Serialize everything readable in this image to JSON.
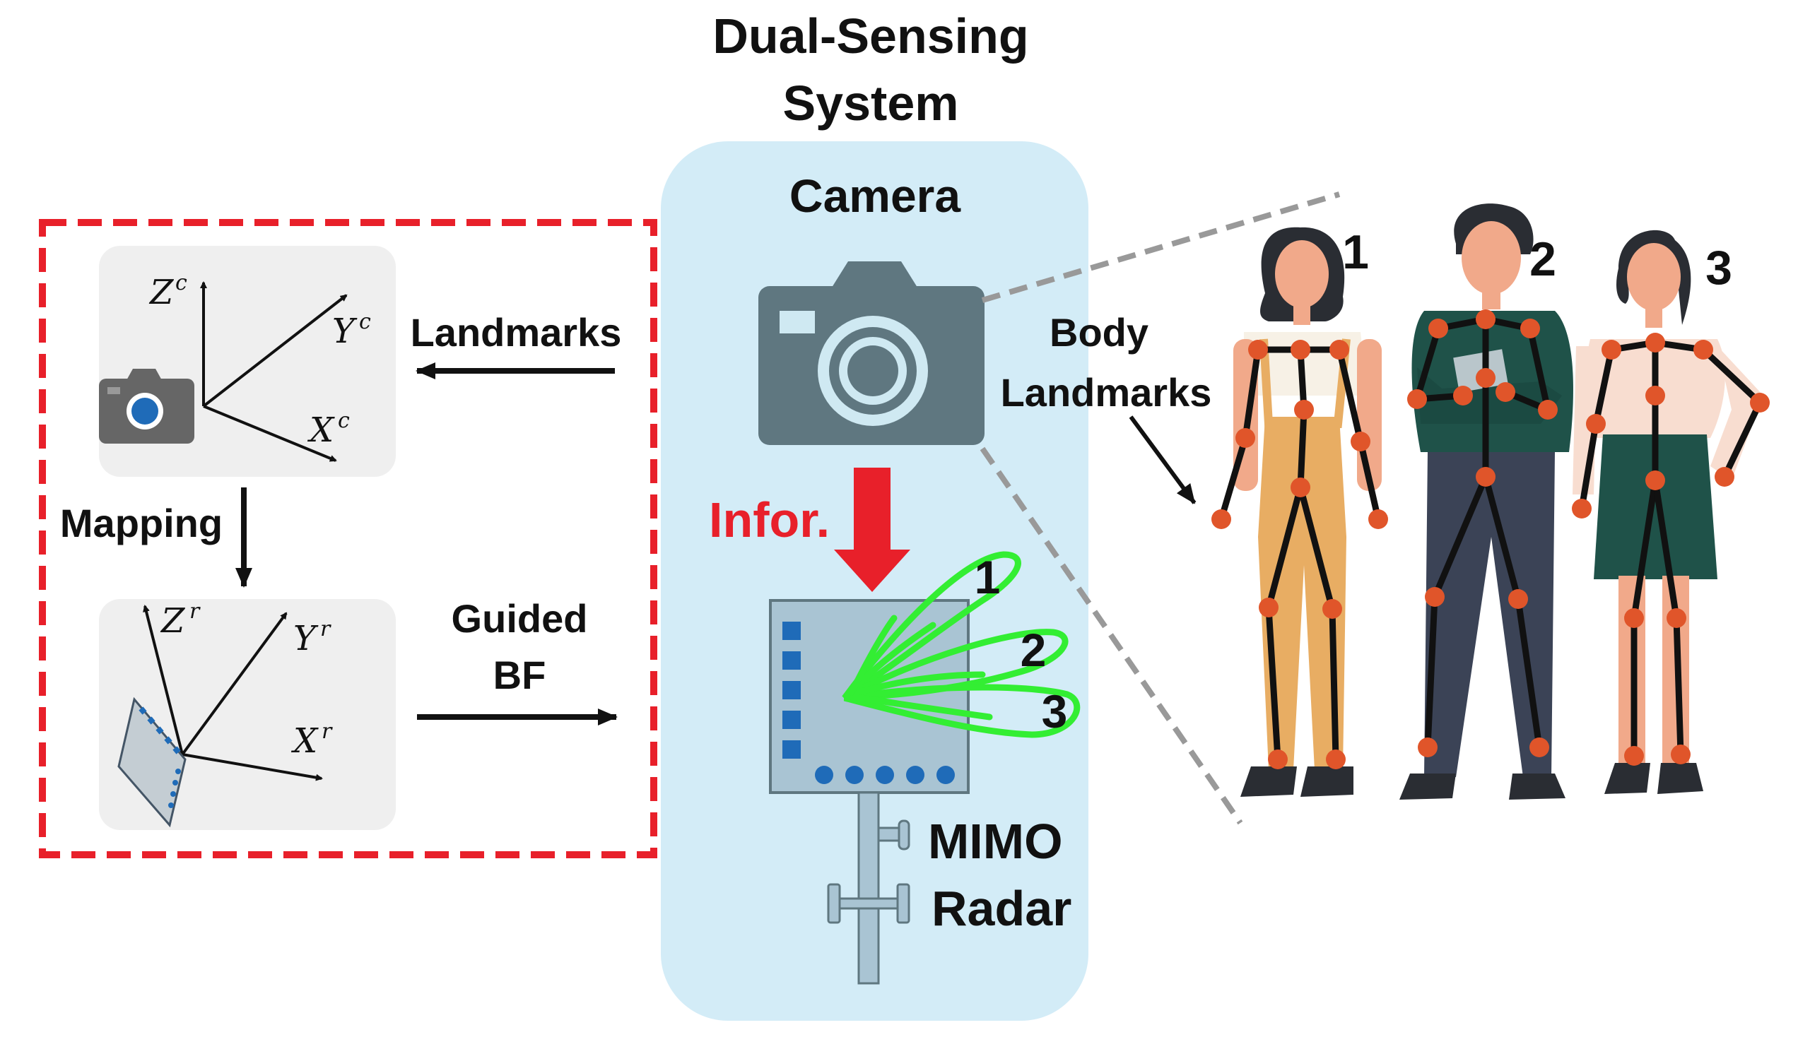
{
  "title": {
    "line1": "Dual-Sensing",
    "line2": "System"
  },
  "center_panel": {
    "camera_label": "Camera",
    "infor_label": "Infor.",
    "radar_label_line1": "MIMO",
    "radar_label_line2": "Radar",
    "beam_numbers": [
      "1",
      "2",
      "3"
    ]
  },
  "left_panel": {
    "landmarks_label": "Landmarks",
    "mapping_label": "Mapping",
    "guided_bf_line1": "Guided",
    "guided_bf_line2": "BF",
    "camera_axes": {
      "z": "Z",
      "y": "Y",
      "x": "X",
      "sup": "c"
    },
    "radar_axes": {
      "z": "Z",
      "y": "Y",
      "x": "X",
      "sup": "r"
    }
  },
  "right_panel": {
    "body_landmarks_line1": "Body",
    "body_landmarks_line2": "Landmarks",
    "person_numbers": [
      "1",
      "2",
      "3"
    ]
  },
  "colors": {
    "dashed_box": "#e8202a",
    "system_panel": "#d3ecf7",
    "coord_panel": "#efefef",
    "camera_body": "#5f7780",
    "camera_lens": "#cfe9f2",
    "radar_board": "#a9c4d3",
    "radar_elements": "#1f6bb8",
    "beam": "#33ee33",
    "infor_arrow": "#e8202a",
    "joint": "#e0552a",
    "projection_lines": "#999999"
  }
}
